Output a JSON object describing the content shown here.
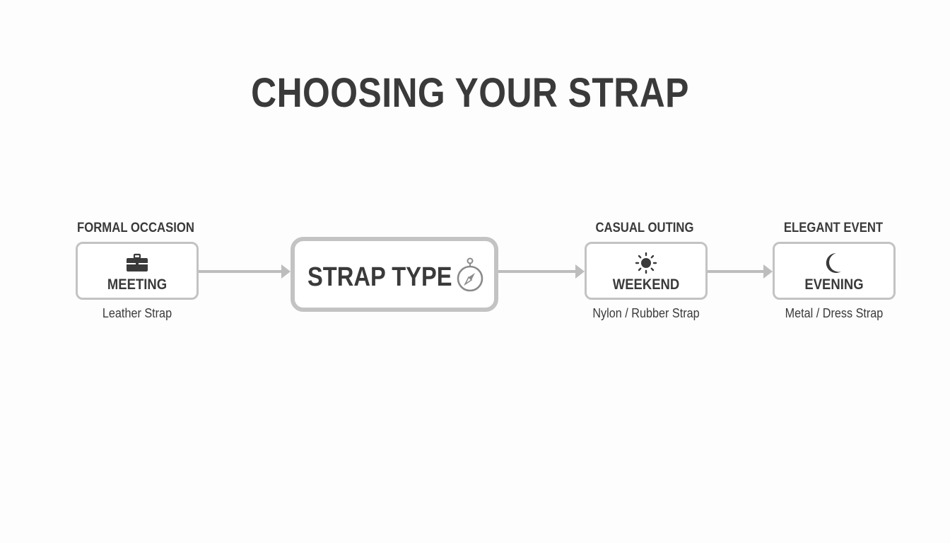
{
  "title": "CHOOSING YOUR STRAP",
  "center": {
    "label": "STRAP TYPE",
    "icon": "compass-icon"
  },
  "nodes": [
    {
      "key": "formal",
      "occasion": "FORMAL OCCASION",
      "name": "MEETING",
      "strap": "Leather Strap",
      "icon": "briefcase-icon"
    },
    {
      "key": "casual",
      "occasion": "CASUAL OUTING",
      "name": "WEEKEND",
      "strap": "Nylon / Rubber Strap",
      "icon": "sun-icon"
    },
    {
      "key": "elegant",
      "occasion": "ELEGANT EVENT",
      "name": "EVENING",
      "strap": "Metal / Dress Strap",
      "icon": "moon-icon"
    }
  ],
  "colors": {
    "text": "#3a3a3a",
    "border": "#c3c3c3",
    "arrow": "#bdbdbd",
    "background": "#fdfdfd"
  }
}
